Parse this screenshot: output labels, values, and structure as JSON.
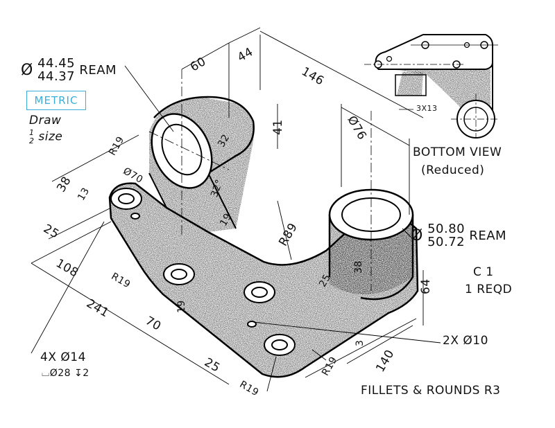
{
  "title_block": {
    "metric_badge": "METRIC",
    "scale_line1": "Draw",
    "scale_num": "1",
    "scale_den": "2",
    "scale_word": "size",
    "metric_color": "#3aaed8"
  },
  "ream_upper": {
    "symbol": "Ø",
    "upper": "44.45",
    "lower": "44.37",
    "note": "REAM"
  },
  "ream_lower": {
    "symbol": "Ø",
    "upper": "50.80",
    "lower": "50.72",
    "note": "REAM"
  },
  "dimensions": {
    "d60": "60",
    "d44": "44",
    "d146": "146",
    "d41": "41",
    "dia76": "Ø76",
    "d32": "32",
    "ang32": "32°",
    "d19a": "19",
    "r19_top": "R19",
    "dia70": "Ø70",
    "d38_left": "38",
    "d13": "13",
    "d25_left": "25",
    "d108": "108",
    "d241": "241",
    "d70": "70",
    "d25_bottom": "25",
    "r19_left": "R19",
    "d19_mid": "19",
    "r89": "R89",
    "d38_right": "38",
    "d64": "64",
    "d3": "3",
    "d140": "140",
    "r19_right": "R19",
    "r19_bottom": "R19",
    "d25_right": "25"
  },
  "notes": {
    "material_line1": "C 1",
    "material_line2": "1 REQD",
    "holes_small": "2X Ø10",
    "holes_big_line1": "4X  Ø14",
    "holes_big_line2": "⌴Ø28 ↧2",
    "fillets": "FILLETS & ROUNDS R3"
  },
  "bottom_view": {
    "title": "BOTTOM VIEW",
    "subtitle": "(Reduced)",
    "slot_dim": "3X13"
  }
}
